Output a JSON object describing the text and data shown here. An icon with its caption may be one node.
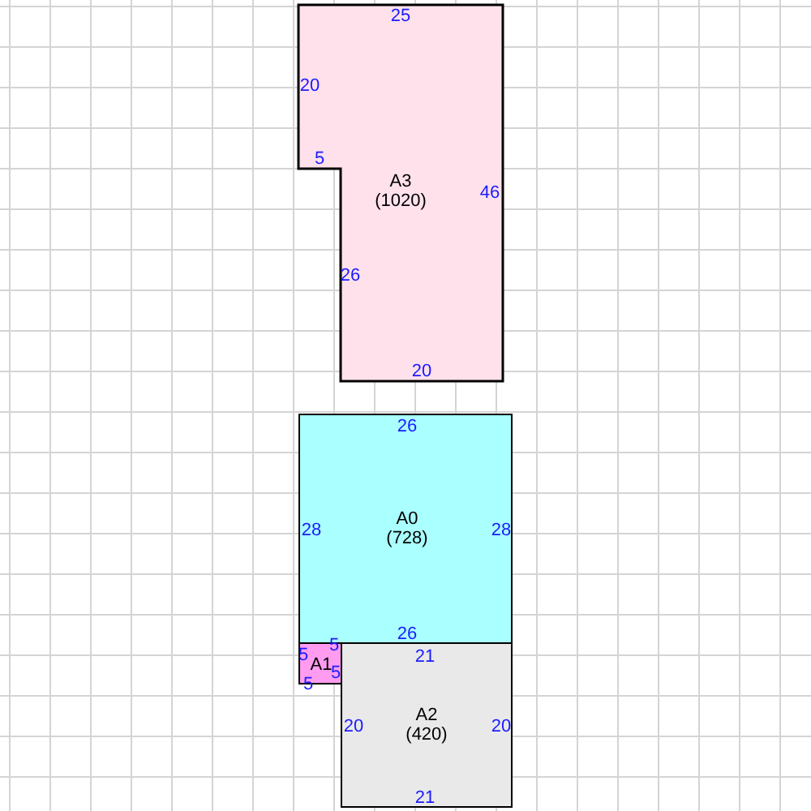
{
  "diagram": {
    "nodes": [
      {
        "text": [
          "25",
          "20",
          "5",
          "A3",
          "(1020)",
          "46",
          "26",
          "20"
        ]
      },
      {
        "text": [
          "26",
          "28",
          "A0",
          "28",
          "(728)",
          "26"
        ]
      },
      {
        "text": [
          "5",
          "5",
          "A1",
          "5",
          "5"
        ]
      },
      {
        "text": [
          "21",
          "A2",
          "20",
          "20",
          "(420)",
          "21"
        ]
      }
    ]
  }
}
